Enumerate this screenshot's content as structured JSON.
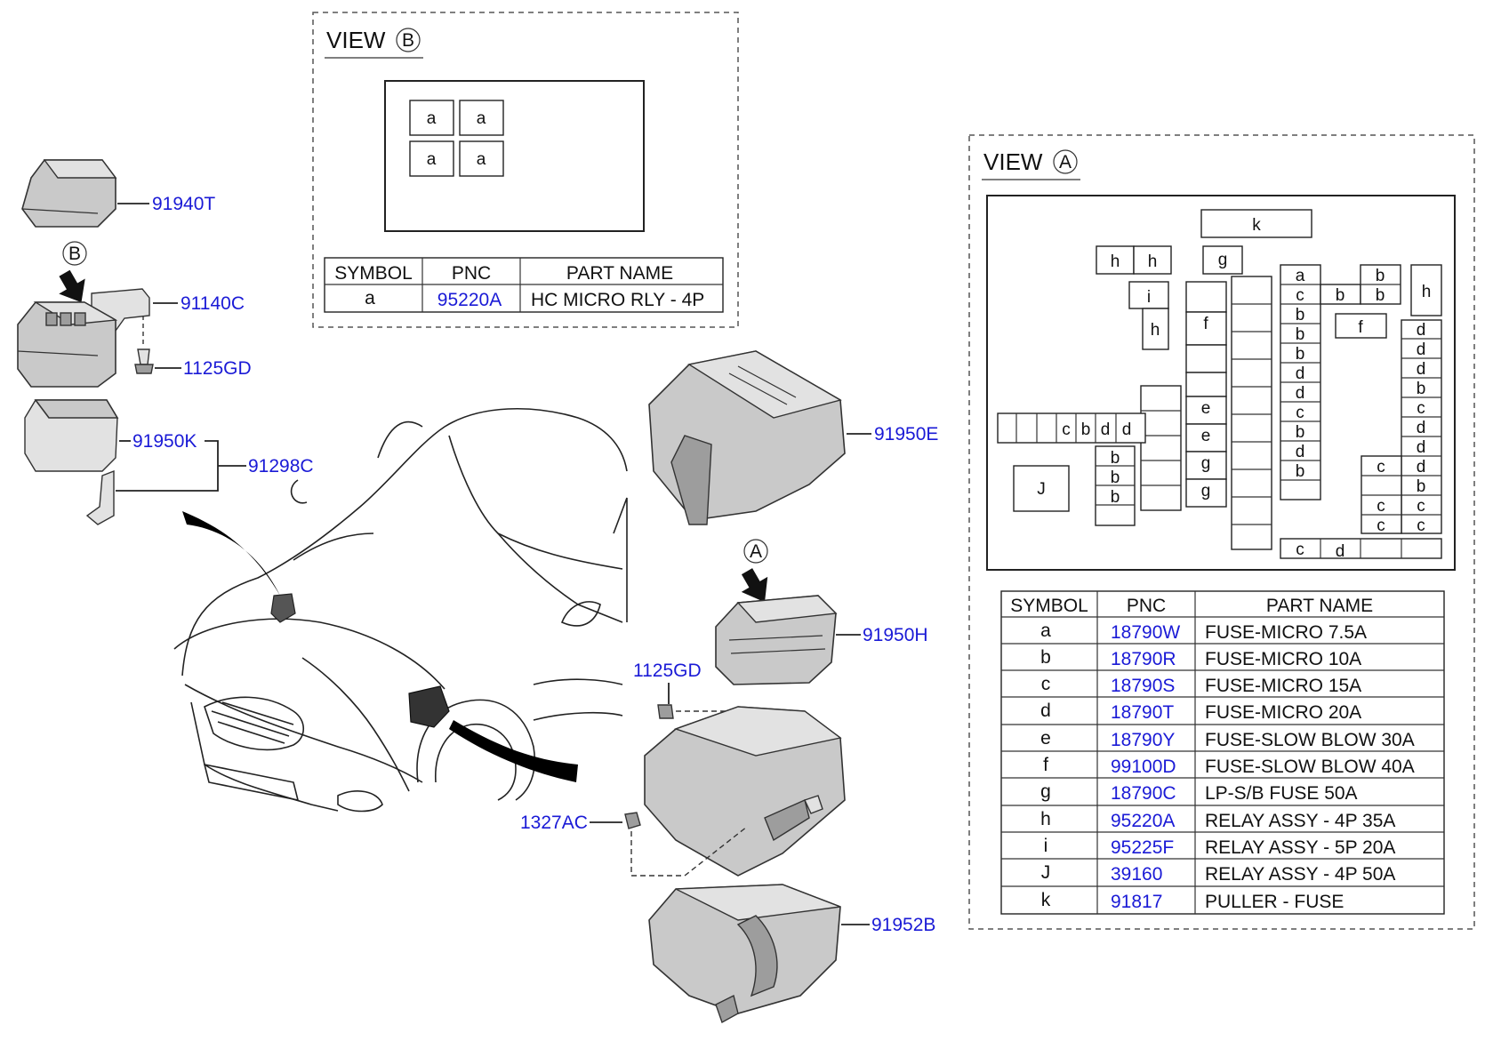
{
  "parts": {
    "p91940T": "91940T",
    "p91140C": "91140C",
    "p1125GD_top": "1125GD",
    "p91950K": "91950K",
    "p91298C": "91298C",
    "p91950E": "91950E",
    "p91950H": "91950H",
    "p1125GD_mid": "1125GD",
    "p1327AC": "1327AC",
    "p91952B": "91952B",
    "marker_a": "A",
    "marker_b": "B"
  },
  "view_b": {
    "title": "VIEW",
    "circle": "B",
    "grid": [
      "a",
      "a",
      "a",
      "a"
    ],
    "table": {
      "headers": [
        "SYMBOL",
        "PNC",
        "PART NAME"
      ],
      "rows": [
        {
          "symbol": "a",
          "pnc": "95220A",
          "name": "HC MICRO RLY - 4P"
        }
      ]
    }
  },
  "view_a": {
    "title": "VIEW",
    "circle": "A",
    "labels": {
      "k": "k",
      "h1": "h",
      "h2": "h",
      "g": "g",
      "i": "i",
      "h3": "h",
      "f1": "f",
      "a": "a",
      "b1": "b",
      "c1": "c",
      "b2": "b",
      "b3": "b",
      "h4": "h",
      "f2": "f",
      "colm": [
        "b",
        "b",
        "b",
        "d",
        "d",
        "c",
        "b",
        "d",
        "b"
      ],
      "colr": [
        "d",
        "d",
        "d",
        "b",
        "c",
        "d",
        "d",
        "d",
        "b",
        "c",
        "c"
      ],
      "colr_left": [
        "c",
        "",
        "c",
        "c"
      ],
      "row_left": [
        "c",
        "b",
        "d",
        "d"
      ],
      "colb": [
        "b",
        "b",
        "b"
      ],
      "colef": [
        "e",
        "e",
        "g",
        "g"
      ],
      "J": "J",
      "bottom": [
        "c",
        "d"
      ]
    },
    "table": {
      "headers": [
        "SYMBOL",
        "PNC",
        "PART NAME"
      ],
      "rows": [
        {
          "symbol": "a",
          "pnc": "18790W",
          "name": "FUSE-MICRO 7.5A"
        },
        {
          "symbol": "b",
          "pnc": "18790R",
          "name": "FUSE-MICRO 10A"
        },
        {
          "symbol": "c",
          "pnc": "18790S",
          "name": "FUSE-MICRO 15A"
        },
        {
          "symbol": "d",
          "pnc": "18790T",
          "name": "FUSE-MICRO 20A"
        },
        {
          "symbol": "e",
          "pnc": "18790Y",
          "name": "FUSE-SLOW BLOW 30A"
        },
        {
          "symbol": "f",
          "pnc": "99100D",
          "name": "FUSE-SLOW BLOW 40A"
        },
        {
          "symbol": "g",
          "pnc": "18790C",
          "name": "LP-S/B FUSE 50A"
        },
        {
          "symbol": "h",
          "pnc": "95220A",
          "name": "RELAY ASSY - 4P 35A"
        },
        {
          "symbol": "i",
          "pnc": "95225F",
          "name": "RELAY ASSY - 5P 20A"
        },
        {
          "symbol": "J",
          "pnc": "39160",
          "name": "RELAY ASSY - 4P 50A"
        },
        {
          "symbol": "k",
          "pnc": "91817",
          "name": "PULLER - FUSE"
        }
      ]
    }
  }
}
